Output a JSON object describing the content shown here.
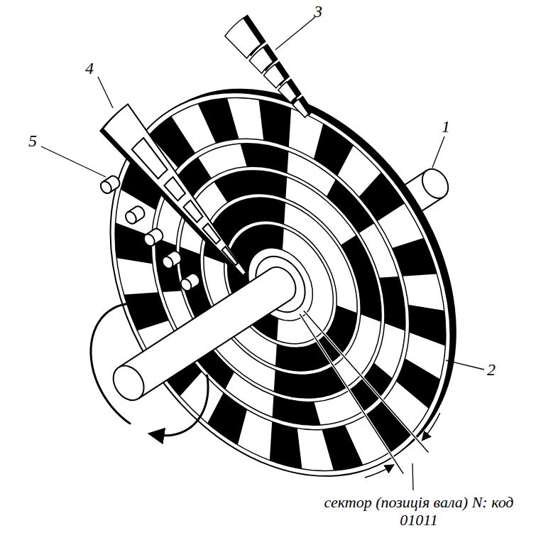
{
  "diagram": {
    "labels": [
      "1",
      "2",
      "3",
      "4",
      "5",
      "сектор (позиція вала) N: код 01011"
    ]
  }
}
